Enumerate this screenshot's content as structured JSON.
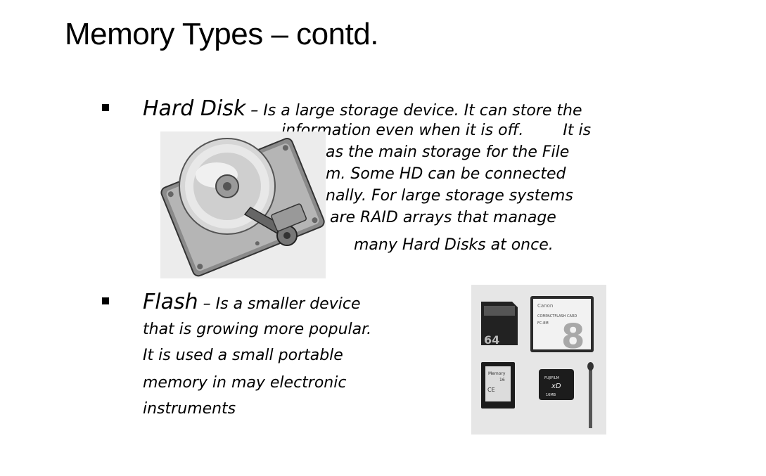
{
  "slide": {
    "title": "Memory Types – contd."
  },
  "hard_disk": {
    "term": "Hard Disk",
    "dash": " – ",
    "lines": [
      "Is a large storage device. It can store the",
      "information even when it is off.        It is",
      "as the main storage for the File",
      "m. Some HD can be connected",
      "nally. For large storage systems",
      "are RAID arrays that manage",
      "many Hard Disks at once."
    ]
  },
  "flash": {
    "term": "Flash",
    "dash": " – ",
    "lines": [
      "Is a smaller device",
      "that is growing more popular.",
      "It is used a small portable",
      "memory in may electronic",
      "instruments"
    ],
    "card_labels": {
      "sd_capacity": "64",
      "cf_brand": "Canon",
      "cf_type": "COMPACTFLASH CARD",
      "cf_model": "FC-8M",
      "cf_size": "8",
      "sd2_label": "Memory",
      "sd2_size": "16",
      "ce_mark": "CE",
      "xd_brand": "FUJIFILM",
      "xd_logo": "xD",
      "xd_size": "16MB"
    }
  }
}
